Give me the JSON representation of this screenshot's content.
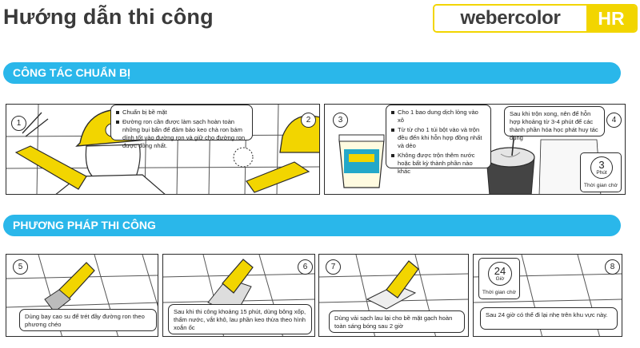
{
  "header": {
    "title": "Hướng dẫn thi công",
    "brand_name": "webercolor",
    "brand_badge": "HR"
  },
  "sections": {
    "prep_title": "CÔNG TÁC CHUẨN BỊ",
    "method_title": "PHƯƠNG PHÁP THI CÔNG"
  },
  "prep": {
    "step1_num": "1",
    "step2_num": "2",
    "step3_num": "3",
    "step4_num": "4",
    "step12_items": [
      "Chuẩn bị bề mặt",
      "Đường ron cần được làm sạch hoàn toàn những bụi bẩn để đảm bảo keo chà ron bám dính tốt vào đường ron và giữ cho đường ron được đồng nhất."
    ],
    "step3_items": [
      "Cho 1 bao dung dịch lỏng vào xô",
      "Từ từ cho 1 túi bột vào và trộn đều đến khi hỗn hợp đồng nhất và dẻo",
      "Không được trộn thêm nước hoặc bất kỳ thành phần nào khác"
    ],
    "step4_text": "Sau khi trộn xong, nên để hỗn hợp khoảng từ 3-4 phút để các thành phần hóa học phát huy tác dụng",
    "timer": {
      "value": "3",
      "unit": "Phút",
      "label": "Thời gian chờ"
    }
  },
  "method": {
    "step5_num": "5",
    "step6_num": "6",
    "step7_num": "7",
    "step8_num": "8",
    "step5_text": "Dùng bay cao su để trét đầy đường ron theo phương chéo",
    "step6_text": "Sau khi thi công khoảng 15 phút, dùng bông xốp, thấm nước, vắt khô, lau phần keo thừa theo hình xoắn ốc",
    "step7_text": "Dùng vải sạch lau lại cho bề mặt gạch hoàn toàn sáng bóng sau 2 giờ",
    "step8_text": "Sau 24 giờ có thể đi lại nhẹ trên khu vực này.",
    "timer": {
      "value": "24",
      "unit": "Giờ",
      "label": "Thời gian chờ"
    }
  },
  "colors": {
    "band": "#2ab7ea",
    "brand_yellow": "#f2d500",
    "glove_yellow": "#f2d500",
    "line": "#2b2b2b"
  }
}
